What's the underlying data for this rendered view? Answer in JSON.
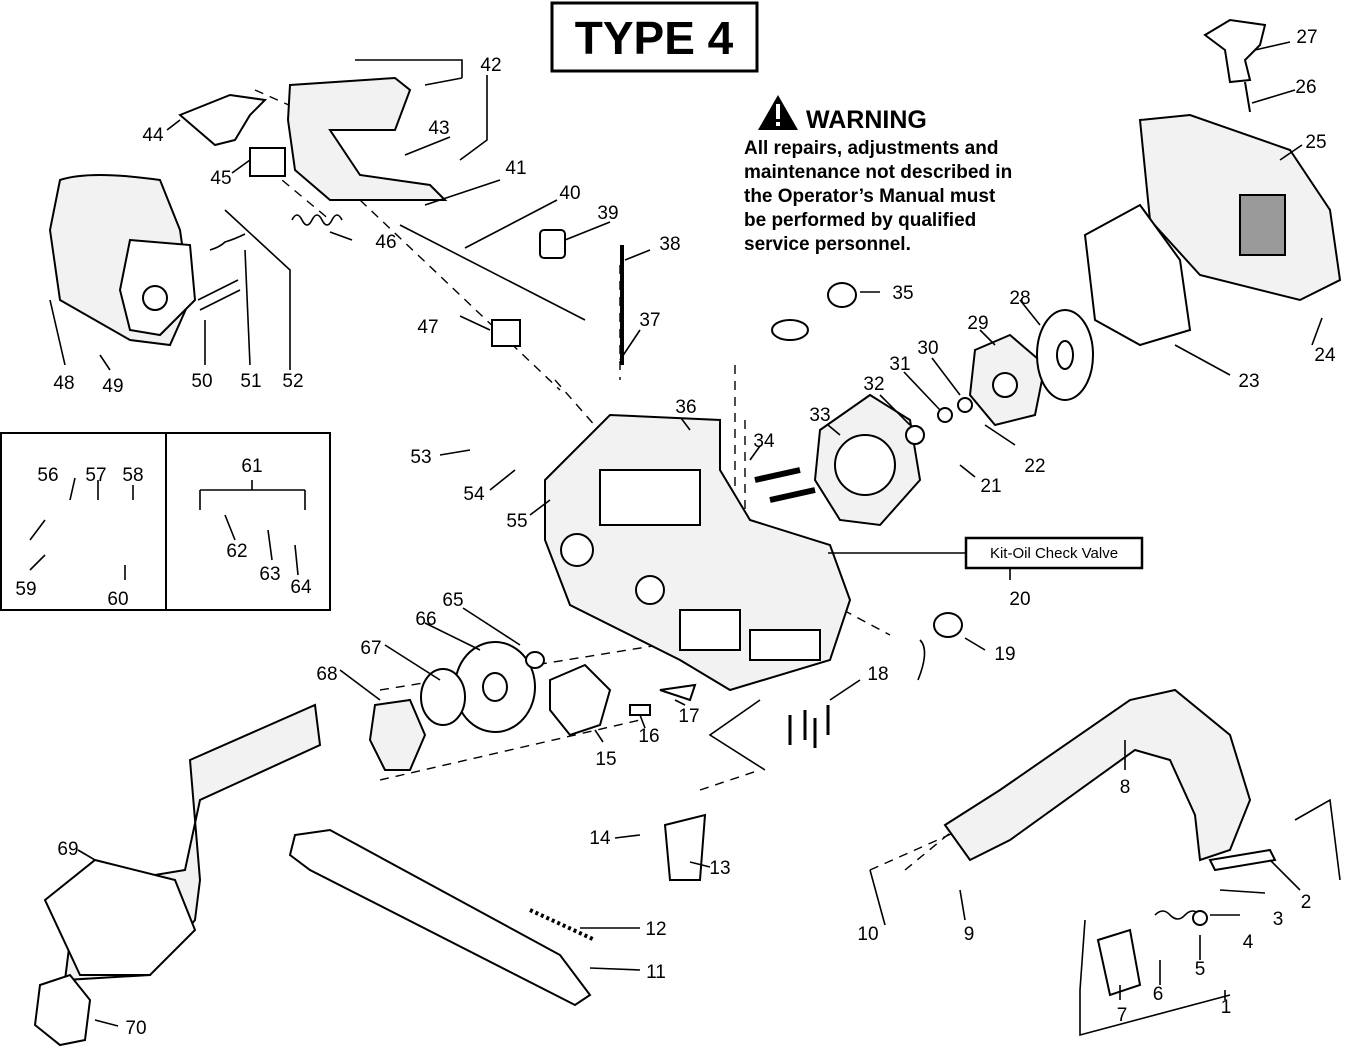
{
  "title": "TYPE 4",
  "warning": {
    "heading": "WARNING",
    "lines": [
      "All repairs, adjustments and",
      "maintenance not described in",
      "the Operator’s Manual must",
      "be performed by qualified",
      "service personnel."
    ]
  },
  "kit_label": "Kit-Oil Check Valve",
  "callouts": {
    "1": "1",
    "2": "2",
    "3": "3",
    "4": "4",
    "5": "5",
    "6": "6",
    "7": "7",
    "8": "8",
    "9": "9",
    "10": "10",
    "11": "11",
    "12": "12",
    "13": "13",
    "14": "14",
    "15": "15",
    "16": "16",
    "17": "17",
    "18": "18",
    "19": "19",
    "20": "20",
    "21": "21",
    "22": "22",
    "23": "23",
    "24": "24",
    "25": "25",
    "26": "26",
    "27": "27",
    "28": "28",
    "29": "29",
    "30": "30",
    "31": "31",
    "32": "32",
    "33": "33",
    "34": "34",
    "35": "35",
    "36": "36",
    "37": "37",
    "38": "38",
    "39": "39",
    "40": "40",
    "41": "41",
    "42": "42",
    "43": "43",
    "44": "44",
    "45": "45",
    "46": "46",
    "47": "47",
    "48": "48",
    "49": "49",
    "50": "50",
    "51": "51",
    "52": "52",
    "53": "53",
    "54": "54",
    "55": "55",
    "56": "56",
    "57": "57",
    "58": "58",
    "59": "59",
    "60": "60",
    "61": "61",
    "62": "62",
    "63": "63",
    "64": "64",
    "65": "65",
    "66": "66",
    "67": "67",
    "68": "68",
    "69": "69",
    "70": "70"
  }
}
